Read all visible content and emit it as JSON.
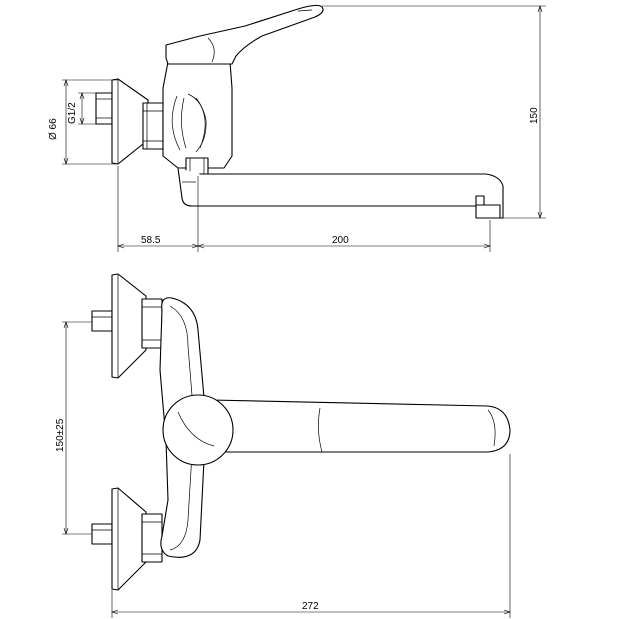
{
  "dimensions": {
    "diameter": "Ø 66",
    "thread": "G1/2",
    "height": "150",
    "offset": "58.5",
    "spout_length": "200",
    "center_distance": "150±25",
    "total_length": "272"
  }
}
